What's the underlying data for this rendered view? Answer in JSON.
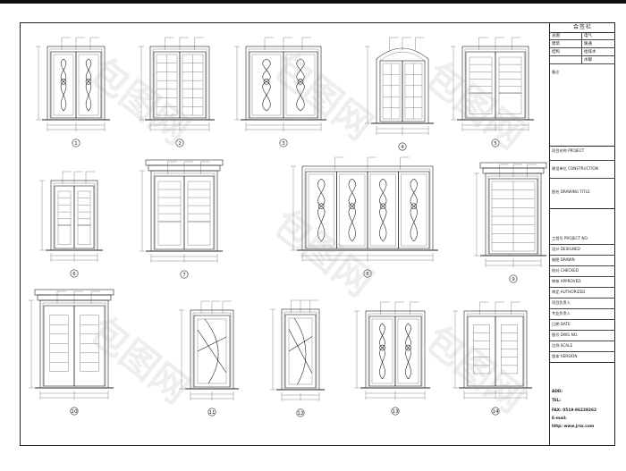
{
  "sheet": {
    "door_numbers": [
      "1",
      "2",
      "3",
      "4",
      "5",
      "6",
      "7",
      "8",
      "9",
      "10",
      "11",
      "12",
      "13",
      "14"
    ]
  },
  "title_block": {
    "sign_header": "会签栏",
    "sign_cells": [
      "总图",
      "电气",
      "建筑",
      "暖通",
      "结构",
      "给排水",
      "",
      "水暖"
    ],
    "remark_label": "备注",
    "project_name": "项目名称 PROJECT",
    "client": "建设单位 CONSTRUCTION",
    "drawing_title": "图名 DRAWING TITLE",
    "rows": [
      "工程号 PROJECT NO.",
      "设计 DESIGNED",
      "制图 DRAWN",
      "校对 CHECKED",
      "审核 APPROVED",
      "审定 AUTHORIZED",
      "项目负责人",
      "专业负责人",
      "日期 DATE",
      "图号 DWG NO.",
      "比例 SCALE",
      "版本 VERSION"
    ],
    "contact": {
      "add": "ADD:",
      "tel": "TEL:",
      "fax": "FAX: 0519-86228262",
      "email": "E-mail:",
      "web": "http: www.jrsx.com"
    }
  },
  "watermark": {
    "text": "包图网"
  }
}
